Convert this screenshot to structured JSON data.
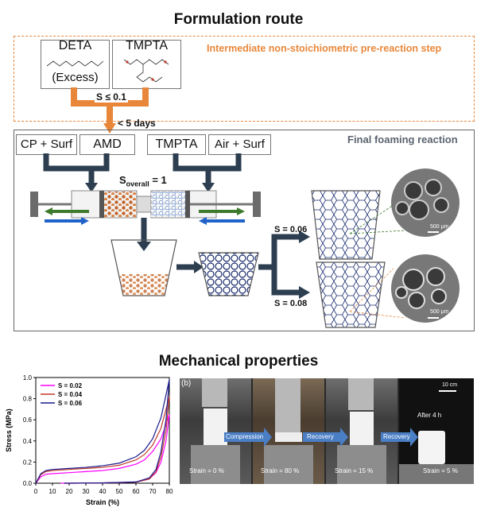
{
  "section1_title": "Formulation route",
  "pre_reaction": {
    "label": "Intermediate non-stoichiometric pre-reaction step",
    "deta_label": "DETA",
    "deta_note": "(Excess)",
    "tmpta_label": "TMPTA",
    "s_condition": "S ≤ 0.1",
    "time_condition": "< 5 days"
  },
  "final": {
    "label": "Final foaming reaction",
    "inputs": [
      "CP + Surf",
      "AMD",
      "TMPTA",
      "Air + Surf"
    ],
    "s_overall_prefix": "S",
    "s_overall_sub": "overall",
    "s_overall_suffix": " = 1",
    "branch_top": "S = 0.06",
    "branch_bottom": "S = 0.08",
    "scale_bar": "500 μm"
  },
  "section2_title": "Mechanical properties",
  "chart_data": {
    "type": "line",
    "xlabel": "Strain (%)",
    "ylabel": "Stress (MPa)",
    "xlim": [
      0,
      80
    ],
    "ylim": [
      0,
      1.0
    ],
    "xticks": [
      0,
      10,
      20,
      30,
      40,
      50,
      60,
      70,
      80
    ],
    "yticks": [
      0.0,
      0.2,
      0.4,
      0.6,
      0.8,
      1.0
    ],
    "legend_position": "top-left",
    "series": [
      {
        "name": "S = 0.02",
        "color": "#ff00ff",
        "loading": [
          [
            0,
            0
          ],
          [
            3,
            0.06
          ],
          [
            6,
            0.085
          ],
          [
            10,
            0.09
          ],
          [
            20,
            0.1
          ],
          [
            30,
            0.11
          ],
          [
            40,
            0.12
          ],
          [
            50,
            0.14
          ],
          [
            60,
            0.18
          ],
          [
            65,
            0.22
          ],
          [
            70,
            0.3
          ],
          [
            75,
            0.42
          ],
          [
            80,
            0.65
          ]
        ],
        "unloading": [
          [
            80,
            0.65
          ],
          [
            78,
            0.4
          ],
          [
            75,
            0.2
          ],
          [
            72,
            0.1
          ],
          [
            68,
            0.04
          ],
          [
            60,
            0.01
          ],
          [
            40,
            0.003
          ],
          [
            20,
            0
          ],
          [
            15,
            0
          ]
        ]
      },
      {
        "name": "S = 0.04",
        "color": "#c0392b",
        "loading": [
          [
            0,
            0
          ],
          [
            3,
            0.08
          ],
          [
            6,
            0.11
          ],
          [
            10,
            0.12
          ],
          [
            20,
            0.13
          ],
          [
            30,
            0.14
          ],
          [
            40,
            0.15
          ],
          [
            50,
            0.17
          ],
          [
            60,
            0.22
          ],
          [
            65,
            0.27
          ],
          [
            70,
            0.36
          ],
          [
            75,
            0.52
          ],
          [
            80,
            0.82
          ]
        ],
        "unloading": [
          [
            80,
            0.82
          ],
          [
            78,
            0.5
          ],
          [
            75,
            0.25
          ],
          [
            72,
            0.11
          ],
          [
            68,
            0.04
          ],
          [
            60,
            0.01
          ],
          [
            40,
            0.003
          ],
          [
            20,
            0
          ],
          [
            17,
            0
          ]
        ]
      },
      {
        "name": "S = 0.06",
        "color": "#1a1a8c",
        "loading": [
          [
            0,
            0
          ],
          [
            3,
            0.09
          ],
          [
            6,
            0.12
          ],
          [
            10,
            0.13
          ],
          [
            20,
            0.14
          ],
          [
            30,
            0.15
          ],
          [
            40,
            0.165
          ],
          [
            50,
            0.19
          ],
          [
            60,
            0.25
          ],
          [
            65,
            0.31
          ],
          [
            70,
            0.42
          ],
          [
            75,
            0.62
          ],
          [
            80,
            0.98
          ]
        ],
        "unloading": [
          [
            80,
            0.98
          ],
          [
            78,
            0.6
          ],
          [
            75,
            0.3
          ],
          [
            72,
            0.13
          ],
          [
            68,
            0.05
          ],
          [
            60,
            0.012
          ],
          [
            40,
            0.003
          ],
          [
            20,
            0
          ],
          [
            17,
            0
          ]
        ]
      }
    ]
  },
  "photos": {
    "panel_label": "(b)",
    "steps": [
      "Compression",
      "Recovery",
      "Recovery"
    ],
    "strains": [
      "Strain = 0 %",
      "Strain = 80 %",
      "Strain = 15 %",
      "Strain = 5 %"
    ],
    "after_label": "After 4 h",
    "scale_label": "10 cm"
  },
  "colors": {
    "orange": "#e8873a",
    "navy": "#2c3e50",
    "arrow_green": "#3d7a2c",
    "arrow_blue": "#1f62c8"
  }
}
